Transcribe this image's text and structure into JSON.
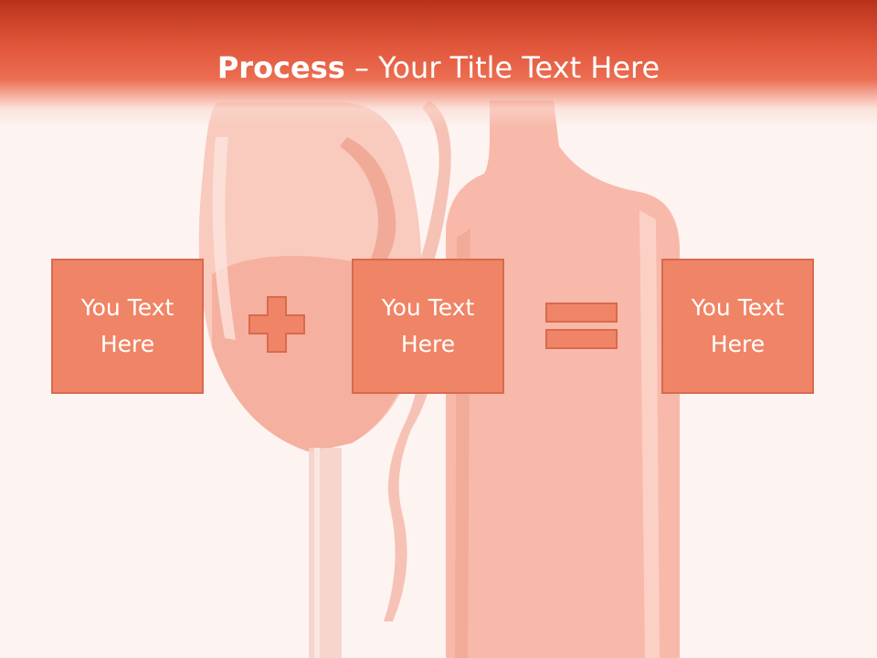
{
  "slide": {
    "title_bold": "Process",
    "title_rest": " – Your Title Text Here"
  },
  "boxes": [
    {
      "label": "You Text\nHere"
    },
    {
      "label": "You Text\nHere"
    },
    {
      "label": "You Text\nHere"
    }
  ],
  "operators": [
    "plus-icon",
    "equals-icon"
  ],
  "colors": {
    "header": "#e0553a",
    "box_fill": "#f08466",
    "box_border": "#d86a4d",
    "background": "#fdf4f2"
  }
}
